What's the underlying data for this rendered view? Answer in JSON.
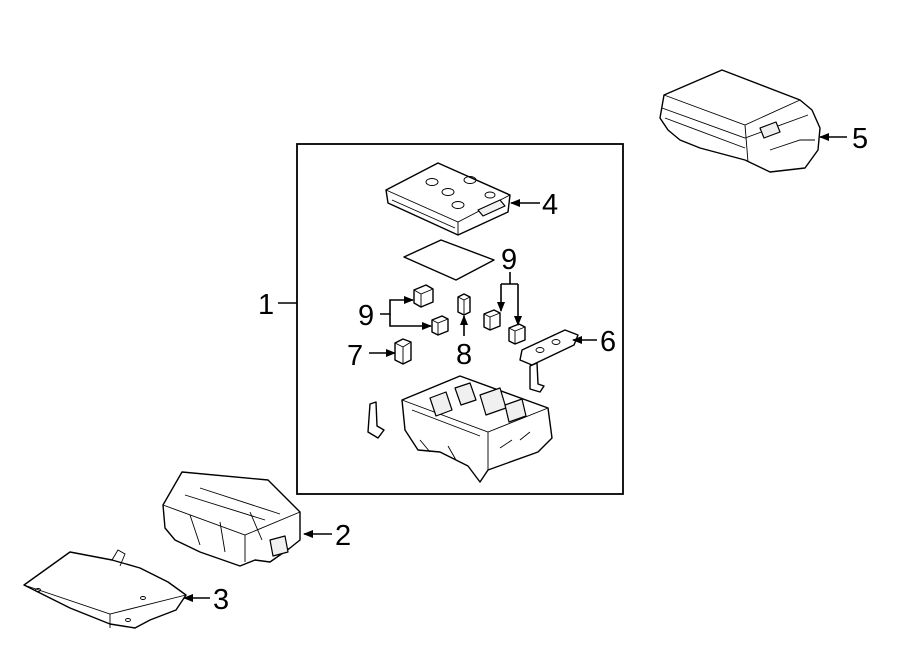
{
  "callouts": {
    "c1": "1",
    "c2": "2",
    "c3": "3",
    "c4": "4",
    "c5": "5",
    "c6": "6",
    "c7": "7",
    "c8": "8",
    "c9a": "9",
    "c9b": "9"
  }
}
